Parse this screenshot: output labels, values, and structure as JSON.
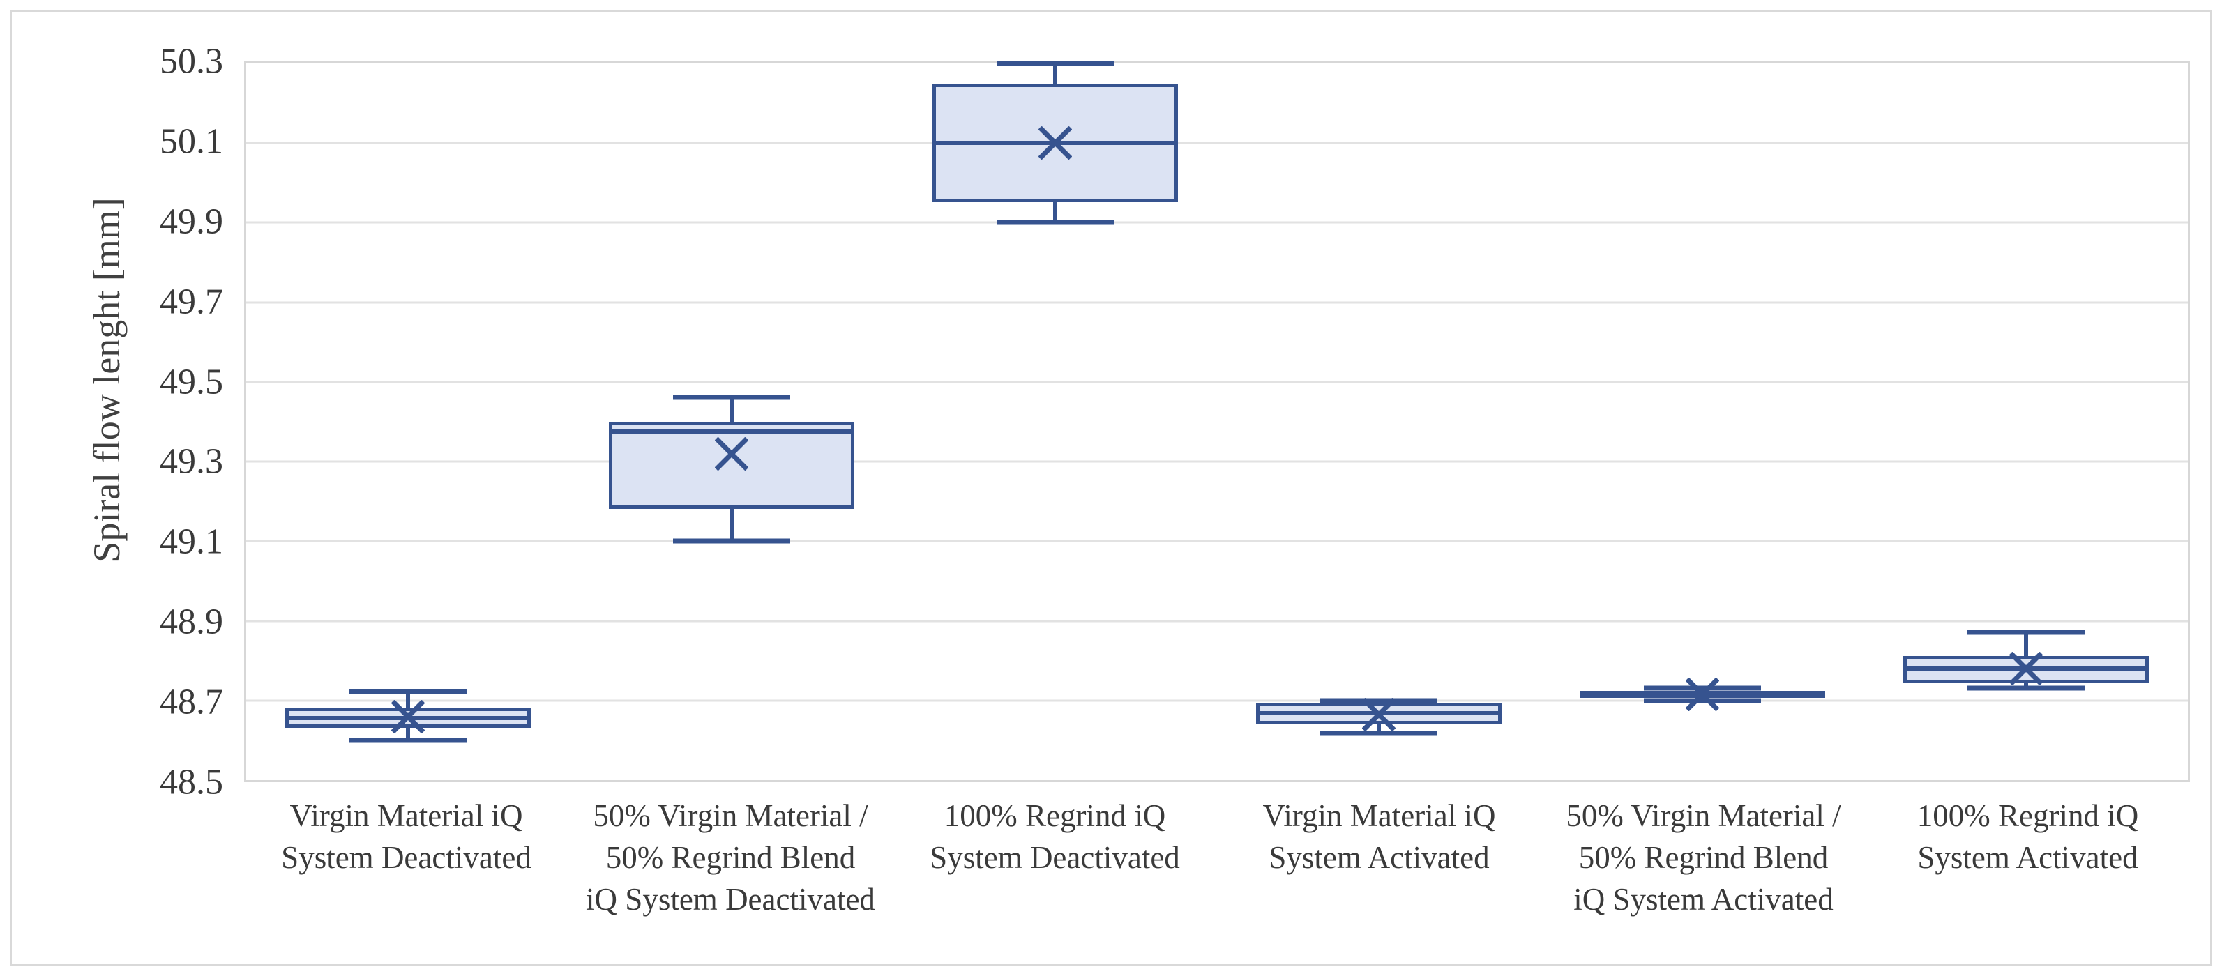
{
  "chart_data": {
    "type": "box",
    "title": "",
    "xlabel": "",
    "ylabel": "Spiral flow lenght [mm]",
    "ylim": [
      48.5,
      50.3
    ],
    "ytick_step": 0.2,
    "yticks": [
      "50.3",
      "50.1",
      "49.9",
      "49.7",
      "49.5",
      "49.3",
      "49.1",
      "48.9",
      "48.7",
      "48.5"
    ],
    "ytick_values": [
      50.3,
      50.1,
      49.9,
      49.7,
      49.5,
      49.3,
      49.1,
      48.9,
      48.7,
      48.5
    ],
    "grid": true,
    "legend": "none",
    "categories": [
      {
        "lines": [
          "Virgin Material iQ",
          "System Deactivated"
        ]
      },
      {
        "lines": [
          "50% Virgin Material /",
          "50% Regrind Blend",
          "iQ System Deactivated"
        ]
      },
      {
        "lines": [
          "100% Regrind iQ",
          "System Deactivated"
        ]
      },
      {
        "lines": [
          "Virgin Material iQ",
          "System Activated"
        ]
      },
      {
        "lines": [
          "50% Virgin Material /",
          "50% Regrind Blend",
          "iQ System Activated"
        ]
      },
      {
        "lines": [
          "100% Regrind iQ",
          "System Activated"
        ]
      }
    ],
    "boxes": [
      {
        "name": "Virgin Material iQ System Deactivated",
        "min": 48.6,
        "q1": 48.632,
        "median": 48.655,
        "q3": 48.682,
        "max": 48.722,
        "mean": 48.66
      },
      {
        "name": "50% Virgin Material / 50% Regrind Blend iQ System Deactivated",
        "min": 49.1,
        "q1": 49.182,
        "median": 49.375,
        "q3": 49.4,
        "max": 49.462,
        "mean": 49.32
      },
      {
        "name": "100% Regrind iQ System Deactivated",
        "min": 49.9,
        "q1": 49.952,
        "median": 50.1,
        "q3": 50.25,
        "max": 50.3,
        "mean": 50.1
      },
      {
        "name": "Virgin Material iQ System Activated",
        "min": 48.617,
        "q1": 48.64,
        "median": 48.668,
        "q3": 48.695,
        "max": 48.7,
        "mean": 48.665
      },
      {
        "name": "50% Virgin Material / 50% Regrind Blend iQ System Activated",
        "min": 48.7,
        "q1": 48.708,
        "median": 48.716,
        "q3": 48.724,
        "max": 48.732,
        "mean": 48.716
      },
      {
        "name": "100% Regrind iQ System Activated",
        "min": 48.732,
        "q1": 48.744,
        "median": 48.78,
        "q3": 48.812,
        "max": 48.872,
        "mean": 48.78
      }
    ],
    "colors": {
      "box_fill": "#dce3f3",
      "box_line": "#36538f",
      "gridline": "#e2e2e2",
      "plot_border": "#d7d7d7",
      "figure_border": "#d9d9d9",
      "tick_text": "#3a3a3a",
      "axis_title_text": "#404040"
    }
  }
}
